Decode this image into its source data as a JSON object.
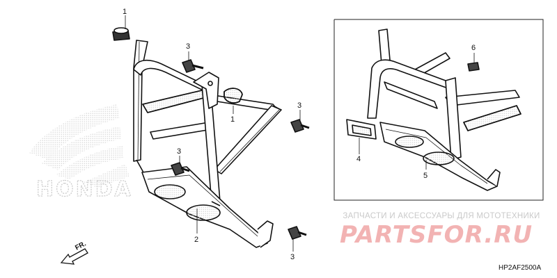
{
  "callouts": {
    "c1a": "1",
    "c1b": "1",
    "c3a": "3",
    "c3b": "3",
    "c3c": "3",
    "c3d": "3",
    "c2": "2",
    "c4": "4",
    "c5": "5",
    "c6": "6"
  },
  "direction_label": "FR.",
  "watermark": {
    "honda_logo_text": "HONDA",
    "shop_caption": "ЗАПЧАСТИ И АКСЕССУАРЫ ДЛЯ МОТОТЕХНИКИ",
    "shop_logo": "PARTSFOR.RU"
  },
  "diagram_code": "HP2AF2500A"
}
